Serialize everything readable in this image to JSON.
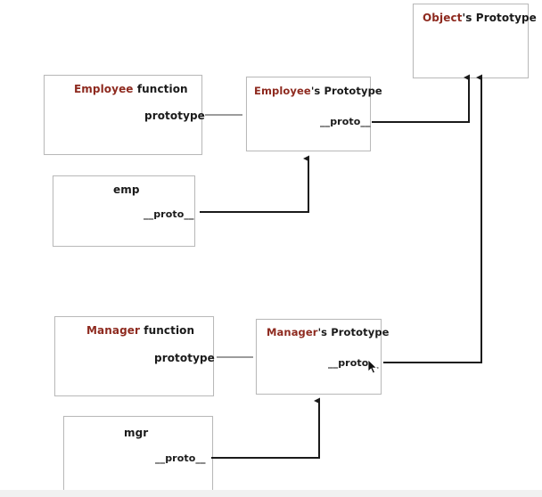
{
  "object_proto": {
    "hl": "Object",
    "rest": "'s Prototype"
  },
  "employee_fn": {
    "hl": "Employee",
    "rest": " function",
    "prop": "prototype"
  },
  "employee_proto": {
    "hl": "Employee",
    "rest": "'s Prototype",
    "prop": "__proto__"
  },
  "emp": {
    "title": "emp",
    "prop": "__proto__"
  },
  "manager_fn": {
    "hl": "Manager",
    "rest": " function",
    "prop": "prototype"
  },
  "manager_proto": {
    "hl": "Manager",
    "rest": "'s Prototype",
    "prop": "__proto__"
  },
  "mgr": {
    "title": "mgr",
    "prop": "__proto__"
  },
  "colors": {
    "highlight": "#8e2a1f",
    "line": "#1a1a1a",
    "border": "#b9b9b9"
  }
}
